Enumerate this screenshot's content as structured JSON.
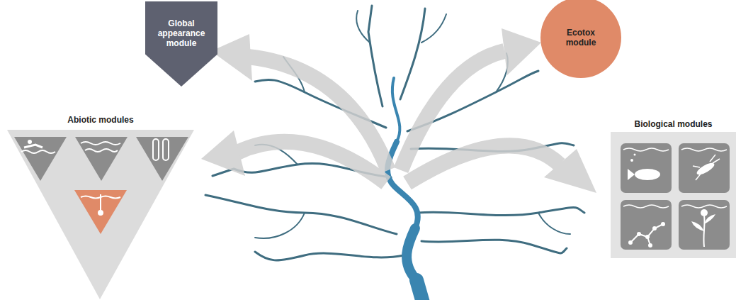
{
  "diagram": {
    "nodes": [
      {
        "text": [
          "Global appearance module"
        ]
      },
      {
        "text": [
          "Ecotox module"
        ]
      },
      {
        "text": [
          "Abiotic modules"
        ]
      },
      {
        "text": [
          "Biological modules"
        ]
      }
    ]
  }
}
